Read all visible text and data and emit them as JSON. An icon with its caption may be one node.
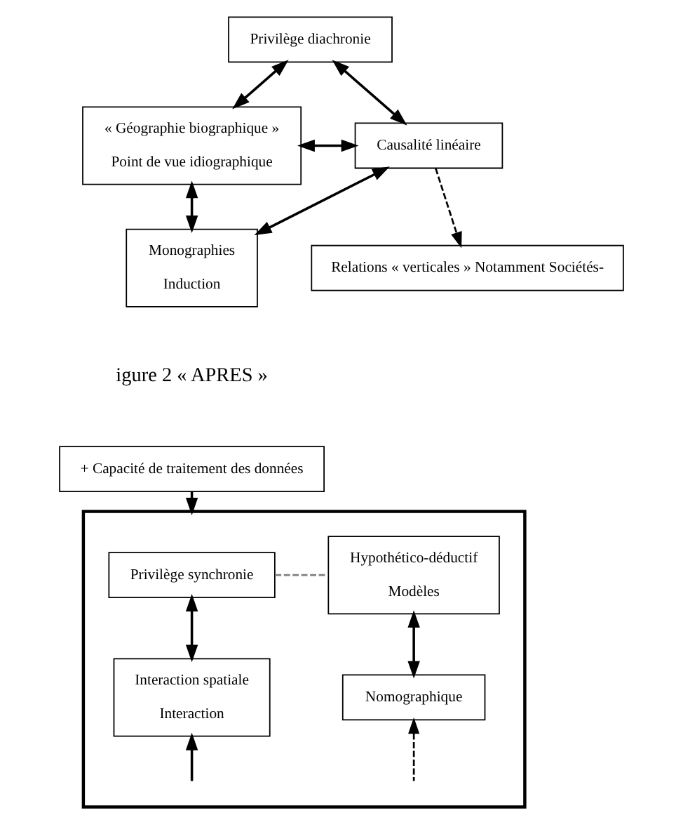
{
  "diagram": {
    "nodes": [
      {
        "text": [
          "Privilège diachronie"
        ]
      },
      {
        "text": [
          "« Géographie biographique »",
          "Point de vue idiographique"
        ]
      },
      {
        "text": [
          "Causalité linéaire"
        ]
      },
      {
        "text": [
          "Monographies",
          "Induction"
        ]
      },
      {
        "text": [
          "Relations « verticales » Notamment Sociétés-"
        ]
      },
      {
        "text": [
          "+ Capacité de traitement des données"
        ]
      },
      {
        "text": [],
        "shape": "box"
      },
      {
        "text": [
          "Privilège synchronie"
        ],
        "in": 6
      },
      {
        "text": [
          "Hypothético-déductif",
          "Modèles"
        ],
        "in": 6
      },
      {
        "text": [
          "Interaction spatiale",
          "Interaction"
        ],
        "in": 6
      },
      {
        "text": [
          "Nomographique"
        ],
        "in": 6
      }
    ],
    "edges": [
      {
        "from": 0,
        "to": 1,
        "arrow": "both"
      },
      {
        "from": 0,
        "to": 2,
        "arrow": "both"
      },
      {
        "from": 1,
        "to": 2,
        "arrow": "both"
      },
      {
        "from": 1,
        "to": 3,
        "arrow": "both"
      },
      {
        "from": 2,
        "to": 3,
        "arrow": "both"
      },
      {
        "from": 2,
        "to": 4,
        "arrow": "to",
        "style": "dashed"
      },
      {
        "from": 5,
        "to": 6,
        "arrow": "to"
      },
      {
        "from": 7,
        "to": 8,
        "arrow": "none",
        "style": "dashed",
        "color": "#808080"
      },
      {
        "from": 7,
        "to": 9,
        "arrow": "both"
      },
      {
        "from": 8,
        "to": 10,
        "arrow": "both"
      },
      {
        "from": null,
        "to": 9,
        "arrow": "to"
      },
      {
        "from": null,
        "to": 10,
        "arrow": "to",
        "style": "dashed"
      }
    ],
    "labels": [
      "igure 2 « APRES »"
    ]
  }
}
